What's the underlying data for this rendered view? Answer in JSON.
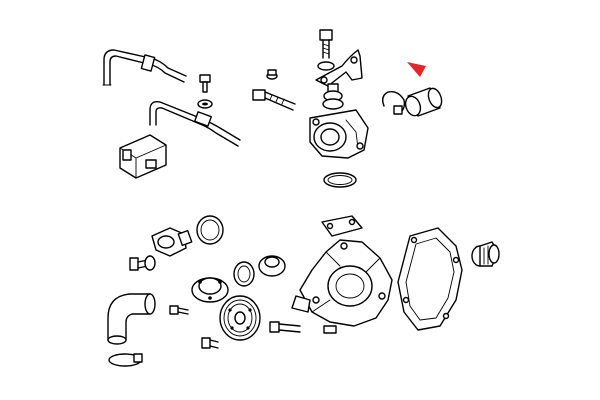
{
  "diagram": {
    "style": "exploded-parts-line-drawing",
    "background": "#ffffff",
    "line_color": "#000000",
    "marker_color": "#e3262a",
    "marker_shape": "triangle-pointer",
    "highlighted_part": "hose-sleeve"
  }
}
